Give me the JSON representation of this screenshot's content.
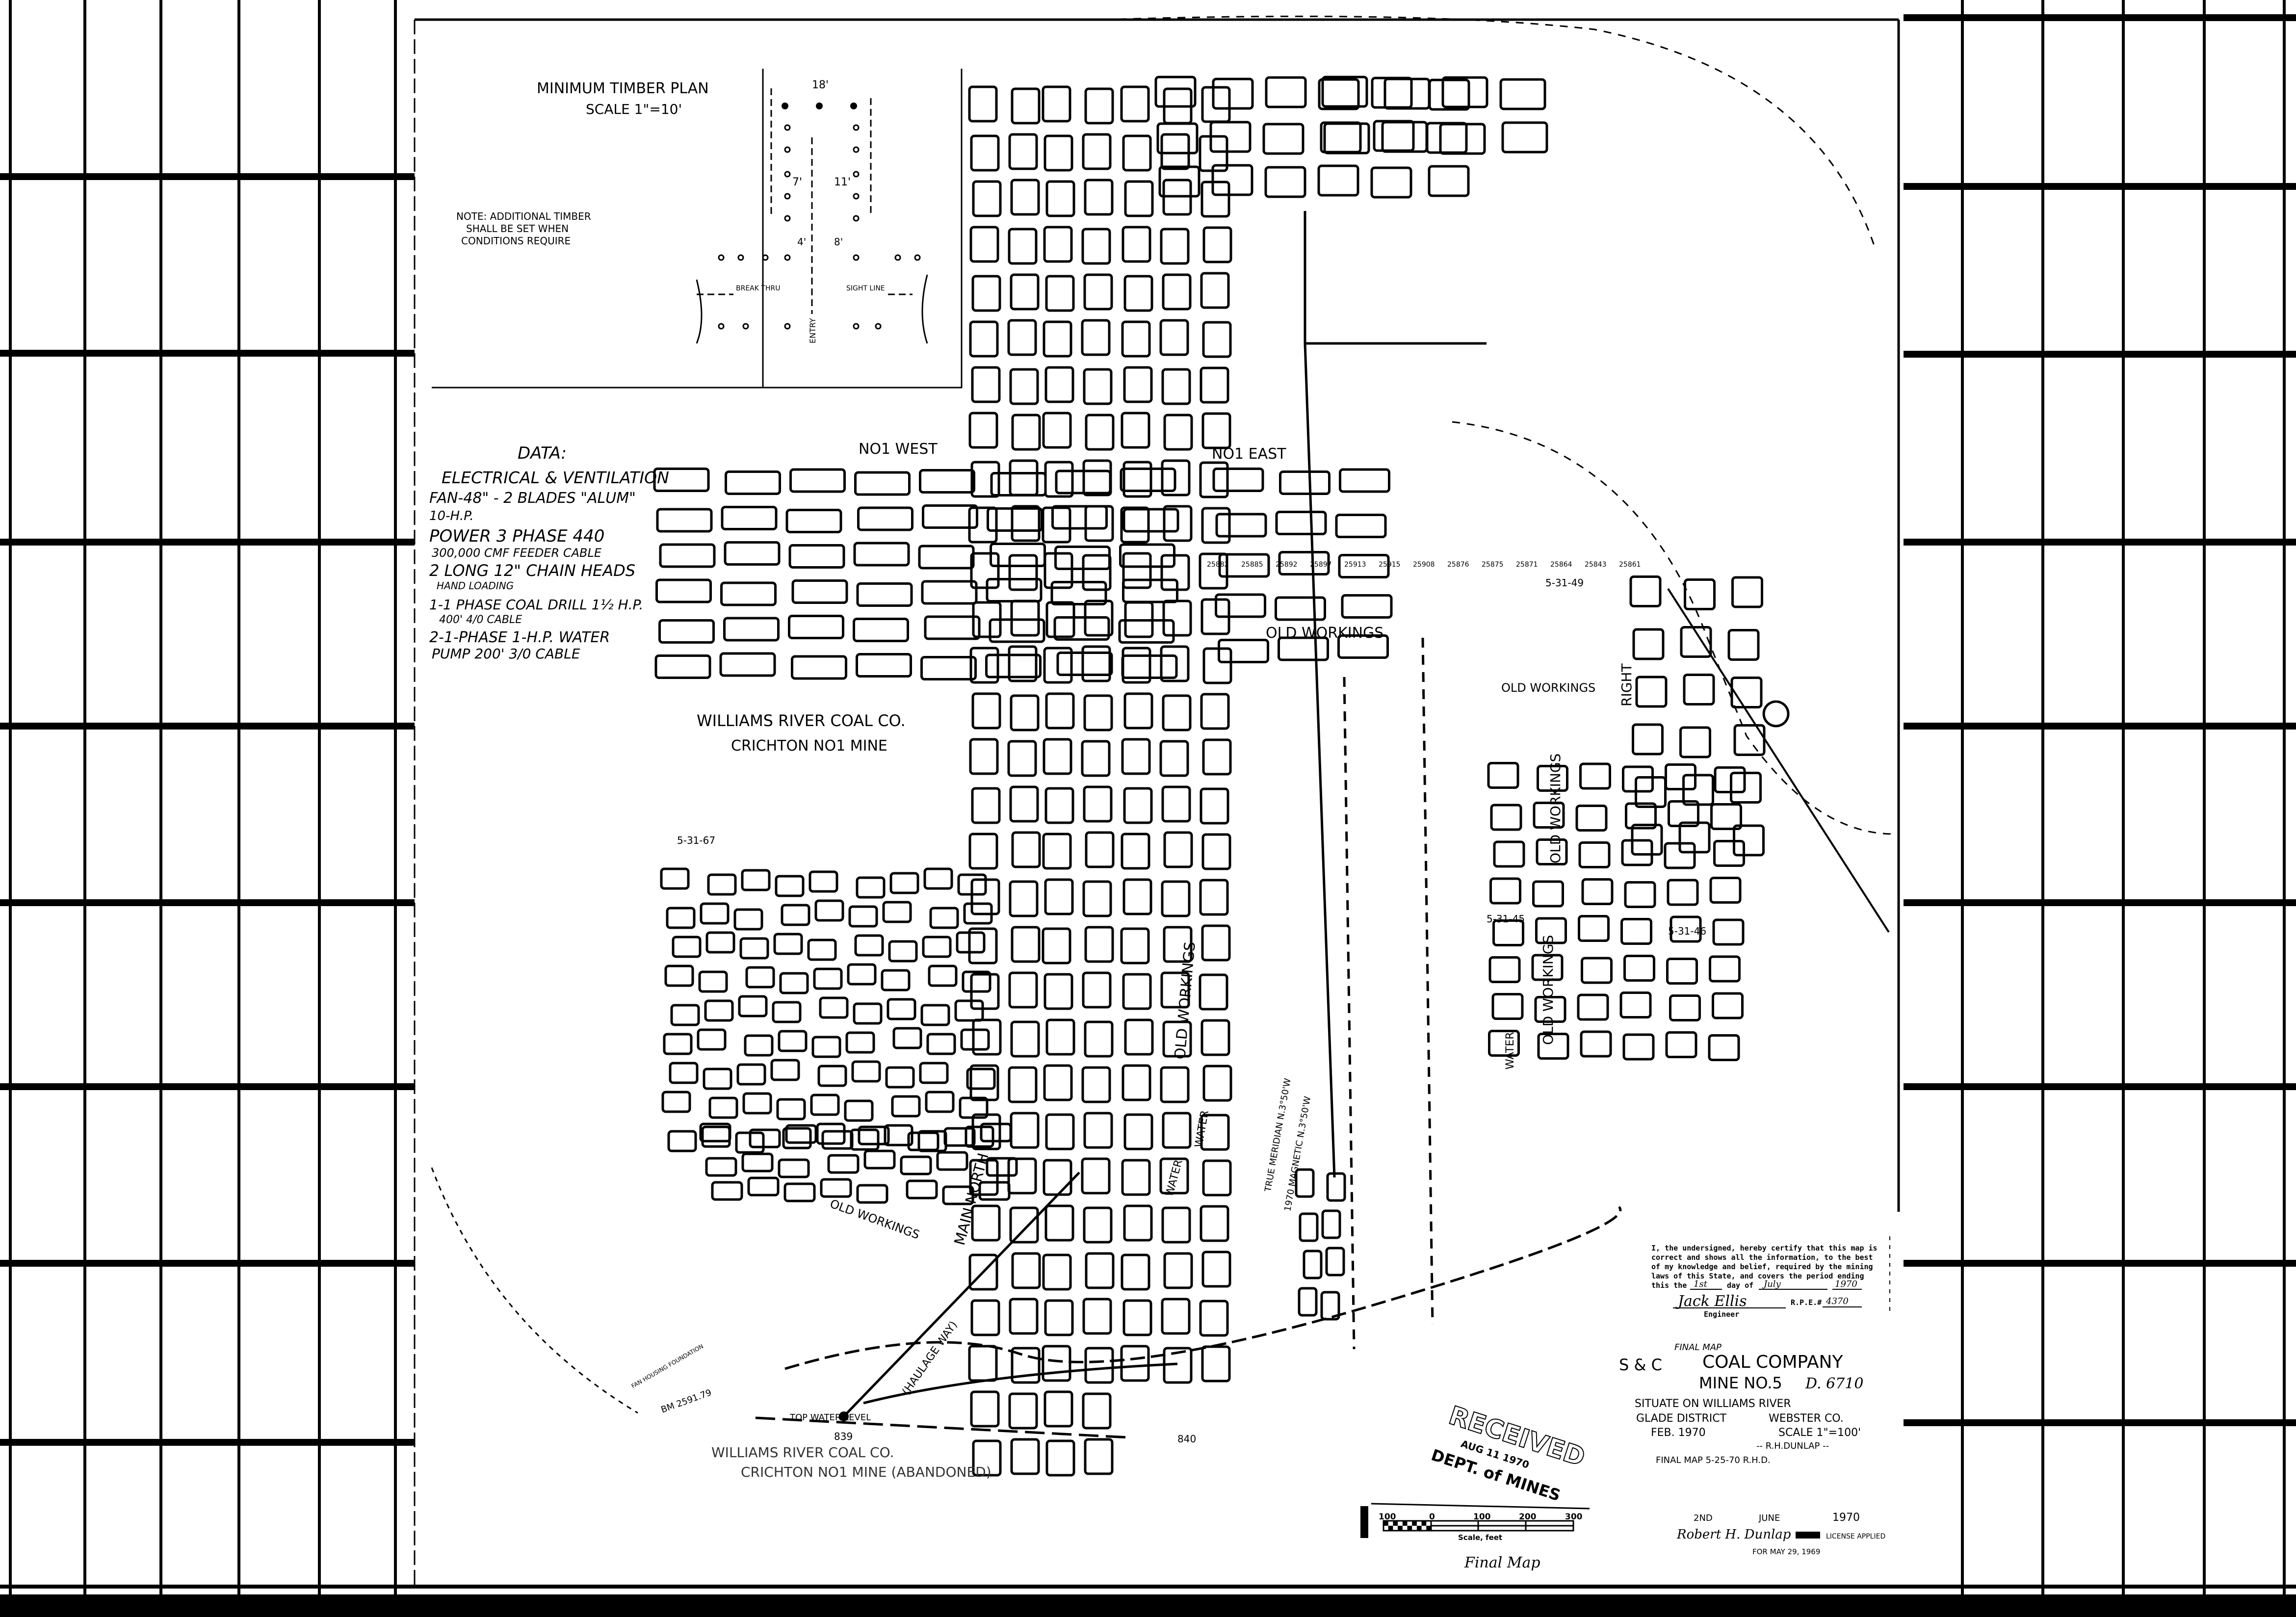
{
  "timber_plan": {
    "title": "MINIMUM TIMBER PLAN",
    "scale": "SCALE 1\"=10'",
    "dim_width": "18'",
    "dim_left": "7'",
    "dim_right": "11'",
    "dim_a": "4'",
    "dim_b": "8'",
    "break_thru": "BREAK THRU",
    "sight_line": "SIGHT LINE",
    "entry": "ENTRY",
    "note_line1": "NOTE: ADDITIONAL TIMBER",
    "note_line2": "SHALL BE SET WHEN",
    "note_line3": "CONDITIONS REQUIRE"
  },
  "data_block": {
    "heading": "DATA:",
    "subheading": "ELECTRICAL & VENTILATION",
    "lines": [
      "FAN-48\" - 2 BLADES \"ALUM\"",
      "10-H.P.",
      "POWER 3 PHASE 440",
      "300,000 CMF FEEDER CABLE",
      "2 LONG 12\" CHAIN HEADS",
      "HAND LOADING",
      "1-1 PHASE COAL DRILL 1½ H.P.",
      "400' 4/0 CABLE",
      "2-1-PHASE 1-H.P. WATER",
      "PUMP 200' 3/0 CABLE"
    ]
  },
  "map_labels": {
    "no_west": "NO1 WEST",
    "no_east": "NO1 EAST",
    "old_workings_1": "OLD WORKINGS",
    "old_workings_2": "OLD WORKINGS",
    "old_workings_3": "OLD WORKINGS",
    "old_workings_4": "OLD WORKINGS",
    "old_workings_5": "OLD WORKINGS",
    "old_workings_6": "OLD WORKINGS",
    "williams_river_top": "WILLIAMS RIVER COAL CO.",
    "crichton_top": "CRICHTON NO1 MINE",
    "williams_river_bottom": "WILLIAMS RIVER COAL CO.",
    "crichton_bottom": "CRICHTON NO1 MINE (ABANDONED)",
    "main_north": "MAIN NORTH",
    "right": "RIGHT",
    "water_1": "WATER",
    "water_2": "WATER",
    "water_3": "WATER",
    "haulage_way": "(HAULAGE WAY)",
    "bm": "BM 2591.79",
    "station_839": "839",
    "station_840": "840",
    "fan_housing": "FAN HOUSING FOUNDATION",
    "top_water": "TOP WATER LEVEL",
    "true_meridian": "TRUE MERIDIAN N.3°50'W",
    "magnetic": "1970 MAGNETIC N.3°50'W",
    "survey_a": "5-31-49",
    "survey_b": "5-31-67",
    "survey_c": "5-31-45",
    "survey_d": "5-31-46",
    "elevations": [
      "25882",
      "25885",
      "25892",
      "25897",
      "25913",
      "25915",
      "25908",
      "25876",
      "25875",
      "25871",
      "25864",
      "25843",
      "25861"
    ]
  },
  "certification": {
    "line1": "I, the undersigned, hereby certify that this map is",
    "line2": "correct and shows all the information, to the best",
    "line3": "of my knowledge and belief, required by the mining",
    "line4": "laws of this State, and covers the period ending",
    "line5_prefix": "this the",
    "day": "1st",
    "day_of": "day of",
    "month": "July",
    "year": "1970",
    "signature": "Jack Ellis",
    "rpe_label": "R.P.E.#",
    "rpe_number": "4370",
    "engineer_label": "Engineer"
  },
  "title_block": {
    "final_map_note": "FINAL MAP",
    "company_prefix": "S & C",
    "company": "COAL COMPANY",
    "mine": "MINE NO.5",
    "mine_id": "D. 6710",
    "situate": "SITUATE ON WILLIAMS RIVER",
    "district": "GLADE DISTRICT",
    "county": "WEBSTER CO.",
    "date": "FEB. 1970",
    "scale": "SCALE 1\"=100'",
    "surveyor": "-- R.H.DUNLAP --",
    "final": "FINAL MAP 5-25-70 R.H.D.",
    "sign_day": "2ND",
    "sign_month": "JUNE",
    "sign_year": "1970",
    "sign_name": "Robert H. Dunlap",
    "license": "LICENSE APPLIED",
    "license_for": "FOR MAY 29, 1969"
  },
  "stamp": {
    "received": "RECEIVED",
    "date": "AUG 11 1970",
    "dept": "DEPT. of MINES"
  },
  "scale_bar": {
    "ticks": [
      "100",
      "0",
      "100",
      "200",
      "300"
    ],
    "label": "Scale, feet"
  },
  "final_map_script": "Final Map"
}
